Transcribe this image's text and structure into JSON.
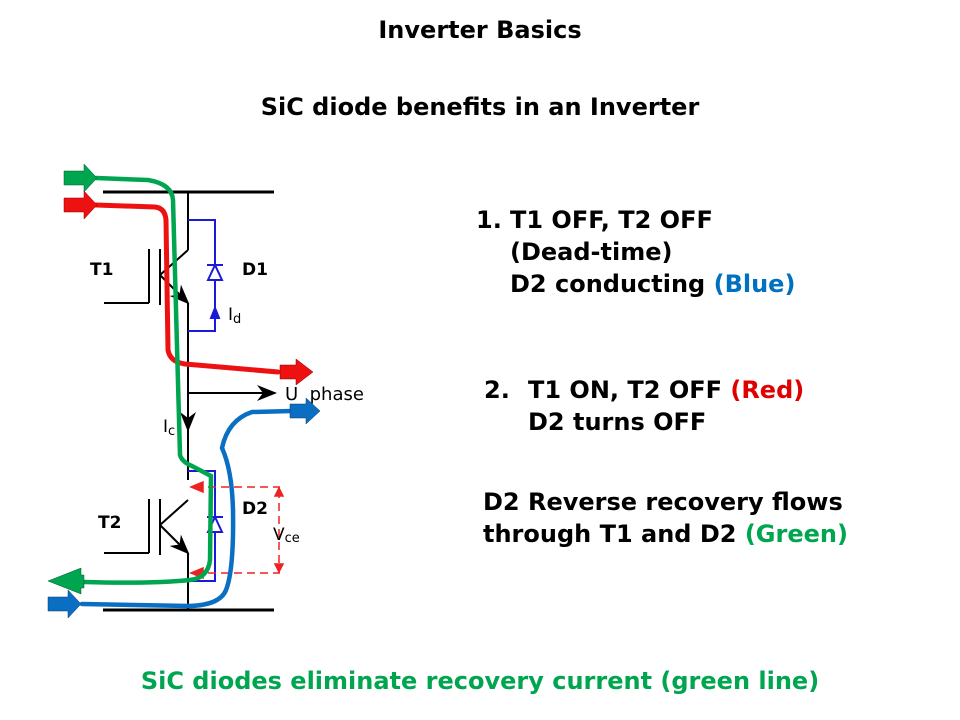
{
  "slide": {
    "title": "Inverter Basics",
    "subtitle": "SiC diode benefits in an Inverter",
    "footer": "SiC diodes eliminate recovery current (green line)"
  },
  "diagram": {
    "labels": {
      "t1": "T1",
      "d1": "D1",
      "t2": "T2",
      "d2": "D2",
      "id_main": "I",
      "id_sub": "d",
      "ic_main": "I",
      "ic_sub": "c",
      "vce_main": "V",
      "vce_sub": "ce",
      "u_phase": "U  phase"
    },
    "current_paths": [
      {
        "name": "green",
        "meaning": "D2 reverse recovery",
        "color": "#00a550"
      },
      {
        "name": "red",
        "meaning": "T1 ON current",
        "color": "#ee1111"
      },
      {
        "name": "blue",
        "meaning": "D2 conducting",
        "color": "#0a6fc2"
      }
    ],
    "colors": {
      "wire": "#000000",
      "diode": "#1a1adb",
      "vce_marker": "#ee2222"
    }
  },
  "steps": [
    {
      "number": "1.",
      "lines": [
        "T1 OFF, T2 OFF",
        "(Dead-time)",
        "D2 conducting "
      ],
      "highlight": "(Blue)"
    },
    {
      "number": "2.",
      "lines": [
        "T1 ON, T2 OFF ",
        "D2 turns OFF"
      ],
      "highlight": "(Red)"
    },
    {
      "lines": [
        "D2 Reverse recovery flows",
        "through T1 and D2 "
      ],
      "highlight": "(Green)"
    }
  ]
}
